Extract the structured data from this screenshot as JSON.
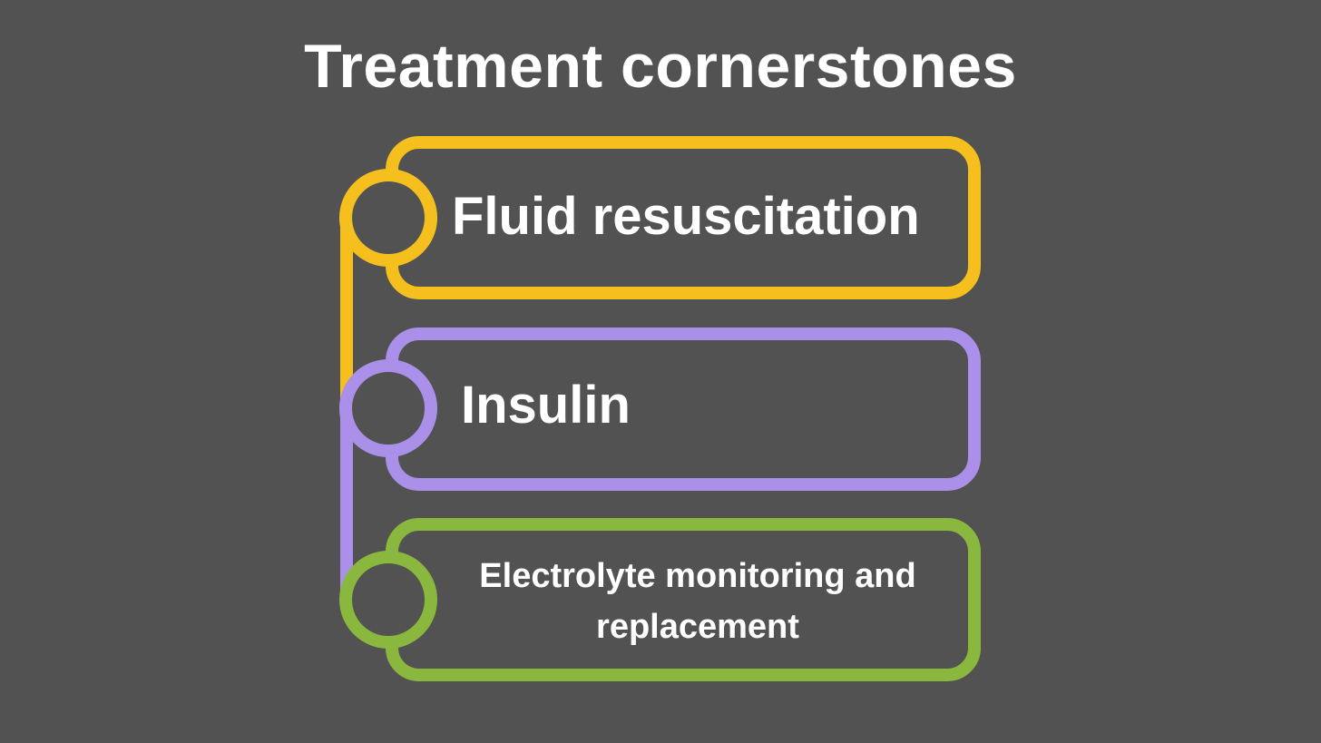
{
  "title": "Treatment cornerstones",
  "items": [
    {
      "label": "Fluid resuscitation",
      "color": "#f5c01d"
    },
    {
      "label": "Insulin",
      "color": "#aa90e8"
    },
    {
      "label": "Electrolyte monitoring and replacement",
      "color": "#8ab83e"
    }
  ],
  "background": "#525252",
  "text_color": "#ffffff"
}
